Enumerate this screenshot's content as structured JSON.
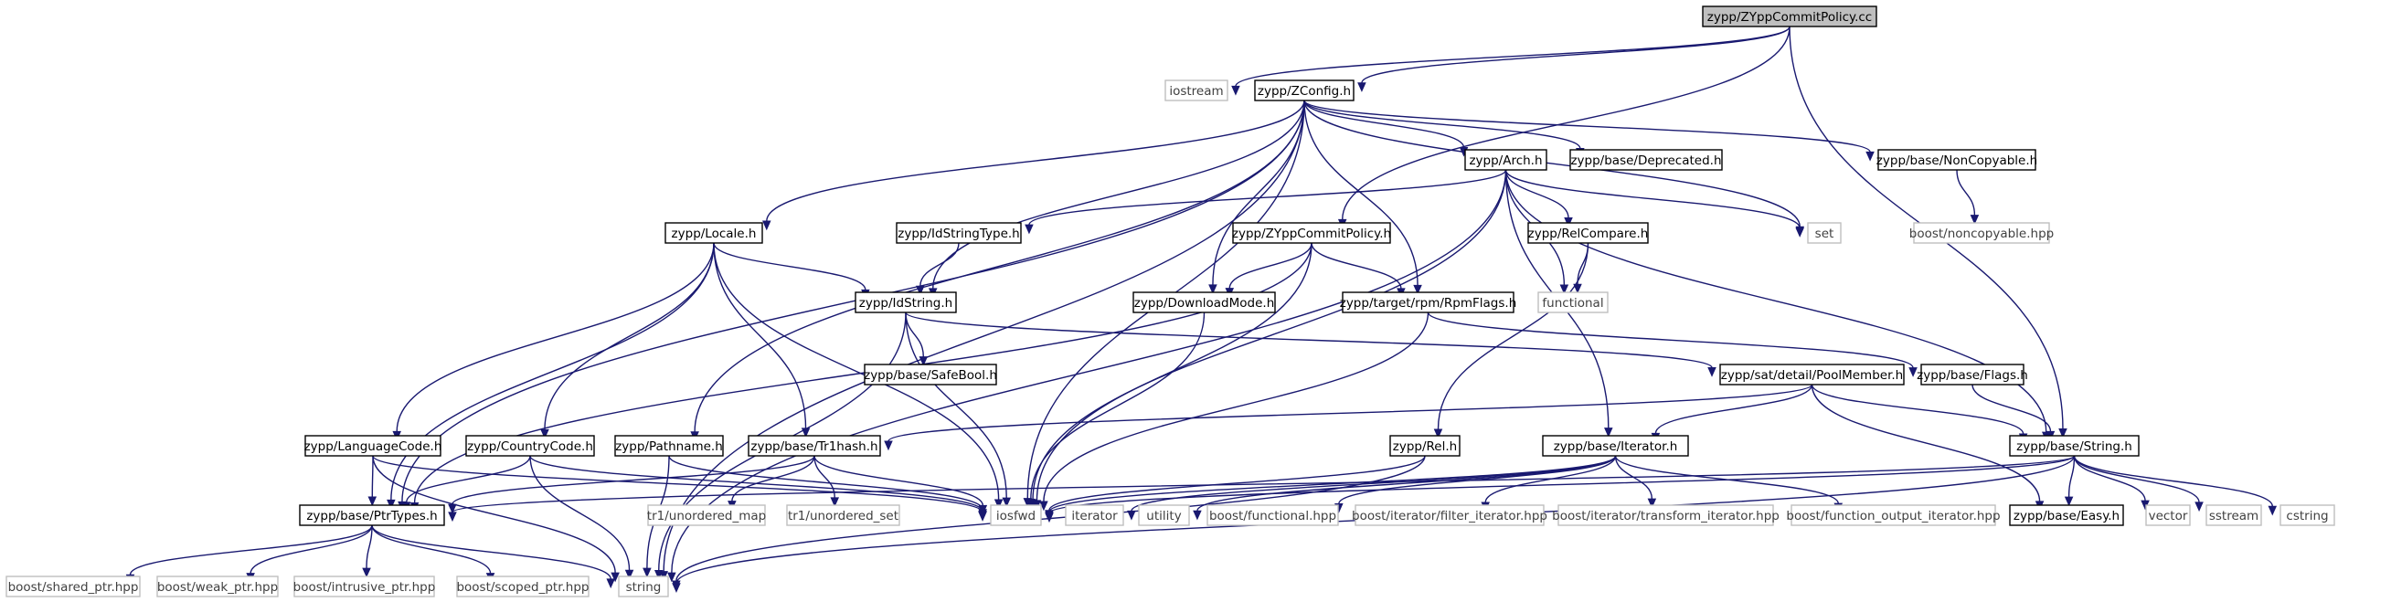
{
  "colors": {
    "edge": "#191970",
    "root_fill": "#bfbfbf",
    "node_fill": "#ffffff",
    "node_border": "#000000",
    "external_border": "#bfbfbf",
    "external_text": "#404040"
  },
  "graph": {
    "nodes": [
      {
        "id": "root",
        "label": "zypp/ZYppCommitPolicy.cc",
        "kind": "root"
      },
      {
        "id": "iostream",
        "label": "iostream",
        "kind": "external"
      },
      {
        "id": "zconfig",
        "label": "zypp/ZConfig.h",
        "kind": "file"
      },
      {
        "id": "arch",
        "label": "zypp/Arch.h",
        "kind": "file"
      },
      {
        "id": "deprecated",
        "label": "zypp/base/Deprecated.h",
        "kind": "file"
      },
      {
        "id": "noncopyable",
        "label": "zypp/base/NonCopyable.h",
        "kind": "file"
      },
      {
        "id": "boost_noncopyable",
        "label": "boost/noncopyable.hpp",
        "kind": "external"
      },
      {
        "id": "set",
        "label": "set",
        "kind": "external"
      },
      {
        "id": "locale",
        "label": "zypp/Locale.h",
        "kind": "file"
      },
      {
        "id": "idstringtype",
        "label": "zypp/IdStringType.h",
        "kind": "file"
      },
      {
        "id": "zyppcommitpolicy_h",
        "label": "zypp/ZYppCommitPolicy.h",
        "kind": "file"
      },
      {
        "id": "relcompare",
        "label": "zypp/RelCompare.h",
        "kind": "file"
      },
      {
        "id": "idstring",
        "label": "zypp/IdString.h",
        "kind": "file"
      },
      {
        "id": "downloadmode",
        "label": "zypp/DownloadMode.h",
        "kind": "file"
      },
      {
        "id": "rpmflags",
        "label": "zypp/target/rpm/RpmFlags.h",
        "kind": "file"
      },
      {
        "id": "functional",
        "label": "functional",
        "kind": "external"
      },
      {
        "id": "safebool",
        "label": "zypp/base/SafeBool.h",
        "kind": "file"
      },
      {
        "id": "poolmember",
        "label": "zypp/sat/detail/PoolMember.h",
        "kind": "file"
      },
      {
        "id": "flags",
        "label": "zypp/base/Flags.h",
        "kind": "file"
      },
      {
        "id": "languagecode",
        "label": "zypp/LanguageCode.h",
        "kind": "file"
      },
      {
        "id": "countrycode",
        "label": "zypp/CountryCode.h",
        "kind": "file"
      },
      {
        "id": "pathname",
        "label": "zypp/Pathname.h",
        "kind": "file"
      },
      {
        "id": "tr1hash",
        "label": "zypp/base/Tr1hash.h",
        "kind": "file"
      },
      {
        "id": "rel",
        "label": "zypp/Rel.h",
        "kind": "file"
      },
      {
        "id": "iterator_h",
        "label": "zypp/base/Iterator.h",
        "kind": "file"
      },
      {
        "id": "string_h",
        "label": "zypp/base/String.h",
        "kind": "file"
      },
      {
        "id": "ptrtypes",
        "label": "zypp/base/PtrTypes.h",
        "kind": "file"
      },
      {
        "id": "tr1_unordered_map",
        "label": "tr1/unordered_map",
        "kind": "external"
      },
      {
        "id": "tr1_unordered_set",
        "label": "tr1/unordered_set",
        "kind": "external"
      },
      {
        "id": "iosfwd",
        "label": "iosfwd",
        "kind": "external"
      },
      {
        "id": "iterator",
        "label": "iterator",
        "kind": "external"
      },
      {
        "id": "utility",
        "label": "utility",
        "kind": "external"
      },
      {
        "id": "boost_functional",
        "label": "boost/functional.hpp",
        "kind": "external"
      },
      {
        "id": "boost_filter_iterator",
        "label": "boost/iterator/filter_iterator.hpp",
        "kind": "external"
      },
      {
        "id": "boost_transform_iterator",
        "label": "boost/iterator/transform_iterator.hpp",
        "kind": "external"
      },
      {
        "id": "boost_function_output_iterator",
        "label": "boost/function_output_iterator.hpp",
        "kind": "external"
      },
      {
        "id": "easy",
        "label": "zypp/base/Easy.h",
        "kind": "file"
      },
      {
        "id": "vector",
        "label": "vector",
        "kind": "external"
      },
      {
        "id": "sstream",
        "label": "sstream",
        "kind": "external"
      },
      {
        "id": "cstring",
        "label": "cstring",
        "kind": "external"
      },
      {
        "id": "boost_shared_ptr",
        "label": "boost/shared_ptr.hpp",
        "kind": "external"
      },
      {
        "id": "boost_weak_ptr",
        "label": "boost/weak_ptr.hpp",
        "kind": "external"
      },
      {
        "id": "boost_intrusive_ptr",
        "label": "boost/intrusive_ptr.hpp",
        "kind": "external"
      },
      {
        "id": "boost_scoped_ptr",
        "label": "boost/scoped_ptr.hpp",
        "kind": "external"
      },
      {
        "id": "string",
        "label": "string",
        "kind": "external"
      }
    ],
    "edges": [
      [
        "root",
        "iostream"
      ],
      [
        "root",
        "zconfig"
      ],
      [
        "root",
        "zyppcommitpolicy_h"
      ],
      [
        "root",
        "string_h"
      ],
      [
        "zconfig",
        "locale"
      ],
      [
        "zconfig",
        "arch"
      ],
      [
        "zconfig",
        "deprecated"
      ],
      [
        "zconfig",
        "noncopyable"
      ],
      [
        "zconfig",
        "set"
      ],
      [
        "zconfig",
        "idstring"
      ],
      [
        "zconfig",
        "pathname"
      ],
      [
        "zconfig",
        "downloadmode"
      ],
      [
        "zconfig",
        "rpmflags"
      ],
      [
        "zconfig",
        "ptrtypes"
      ],
      [
        "zconfig",
        "iosfwd"
      ],
      [
        "zconfig",
        "string"
      ],
      [
        "noncopyable",
        "boost_noncopyable"
      ],
      [
        "arch",
        "idstringtype"
      ],
      [
        "arch",
        "relcompare"
      ],
      [
        "arch",
        "set"
      ],
      [
        "arch",
        "functional"
      ],
      [
        "arch",
        "iterator_h"
      ],
      [
        "arch",
        "string_h"
      ],
      [
        "arch",
        "iosfwd"
      ],
      [
        "arch",
        "string"
      ],
      [
        "locale",
        "idstring"
      ],
      [
        "locale",
        "languagecode"
      ],
      [
        "locale",
        "countrycode"
      ],
      [
        "locale",
        "tr1hash"
      ],
      [
        "locale",
        "ptrtypes"
      ],
      [
        "locale",
        "iosfwd"
      ],
      [
        "idstringtype",
        "idstring"
      ],
      [
        "zyppcommitpolicy_h",
        "downloadmode"
      ],
      [
        "zyppcommitpolicy_h",
        "rpmflags"
      ],
      [
        "zyppcommitpolicy_h",
        "ptrtypes"
      ],
      [
        "zyppcommitpolicy_h",
        "iosfwd"
      ],
      [
        "relcompare",
        "functional"
      ],
      [
        "relcompare",
        "rel"
      ],
      [
        "idstring",
        "safebool"
      ],
      [
        "idstring",
        "poolmember"
      ],
      [
        "idstring",
        "iosfwd"
      ],
      [
        "idstring",
        "string"
      ],
      [
        "downloadmode",
        "iosfwd"
      ],
      [
        "rpmflags",
        "flags"
      ],
      [
        "rpmflags",
        "iosfwd"
      ],
      [
        "poolmember",
        "tr1hash"
      ],
      [
        "poolmember",
        "iterator_h"
      ],
      [
        "poolmember",
        "string_h"
      ],
      [
        "poolmember",
        "easy"
      ],
      [
        "flags",
        "string_h"
      ],
      [
        "languagecode",
        "ptrtypes"
      ],
      [
        "languagecode",
        "iosfwd"
      ],
      [
        "languagecode",
        "string"
      ],
      [
        "countrycode",
        "ptrtypes"
      ],
      [
        "countrycode",
        "iosfwd"
      ],
      [
        "countrycode",
        "string"
      ],
      [
        "pathname",
        "iosfwd"
      ],
      [
        "pathname",
        "string"
      ],
      [
        "tr1hash",
        "tr1_unordered_map"
      ],
      [
        "tr1hash",
        "tr1_unordered_set"
      ],
      [
        "tr1hash",
        "iosfwd"
      ],
      [
        "tr1hash",
        "ptrtypes"
      ],
      [
        "rel",
        "iosfwd"
      ],
      [
        "rel",
        "string"
      ],
      [
        "iterator_h",
        "iterator"
      ],
      [
        "iterator_h",
        "utility"
      ],
      [
        "iterator_h",
        "boost_functional"
      ],
      [
        "iterator_h",
        "boost_filter_iterator"
      ],
      [
        "iterator_h",
        "boost_transform_iterator"
      ],
      [
        "iterator_h",
        "boost_function_output_iterator"
      ],
      [
        "iterator_h",
        "iosfwd"
      ],
      [
        "string_h",
        "easy"
      ],
      [
        "string_h",
        "vector"
      ],
      [
        "string_h",
        "sstream"
      ],
      [
        "string_h",
        "cstring"
      ],
      [
        "string_h",
        "string"
      ],
      [
        "string_h",
        "iosfwd"
      ],
      [
        "string_h",
        "ptrtypes"
      ],
      [
        "ptrtypes",
        "boost_shared_ptr"
      ],
      [
        "ptrtypes",
        "boost_weak_ptr"
      ],
      [
        "ptrtypes",
        "boost_intrusive_ptr"
      ],
      [
        "ptrtypes",
        "boost_scoped_ptr"
      ],
      [
        "ptrtypes",
        "string"
      ]
    ]
  }
}
